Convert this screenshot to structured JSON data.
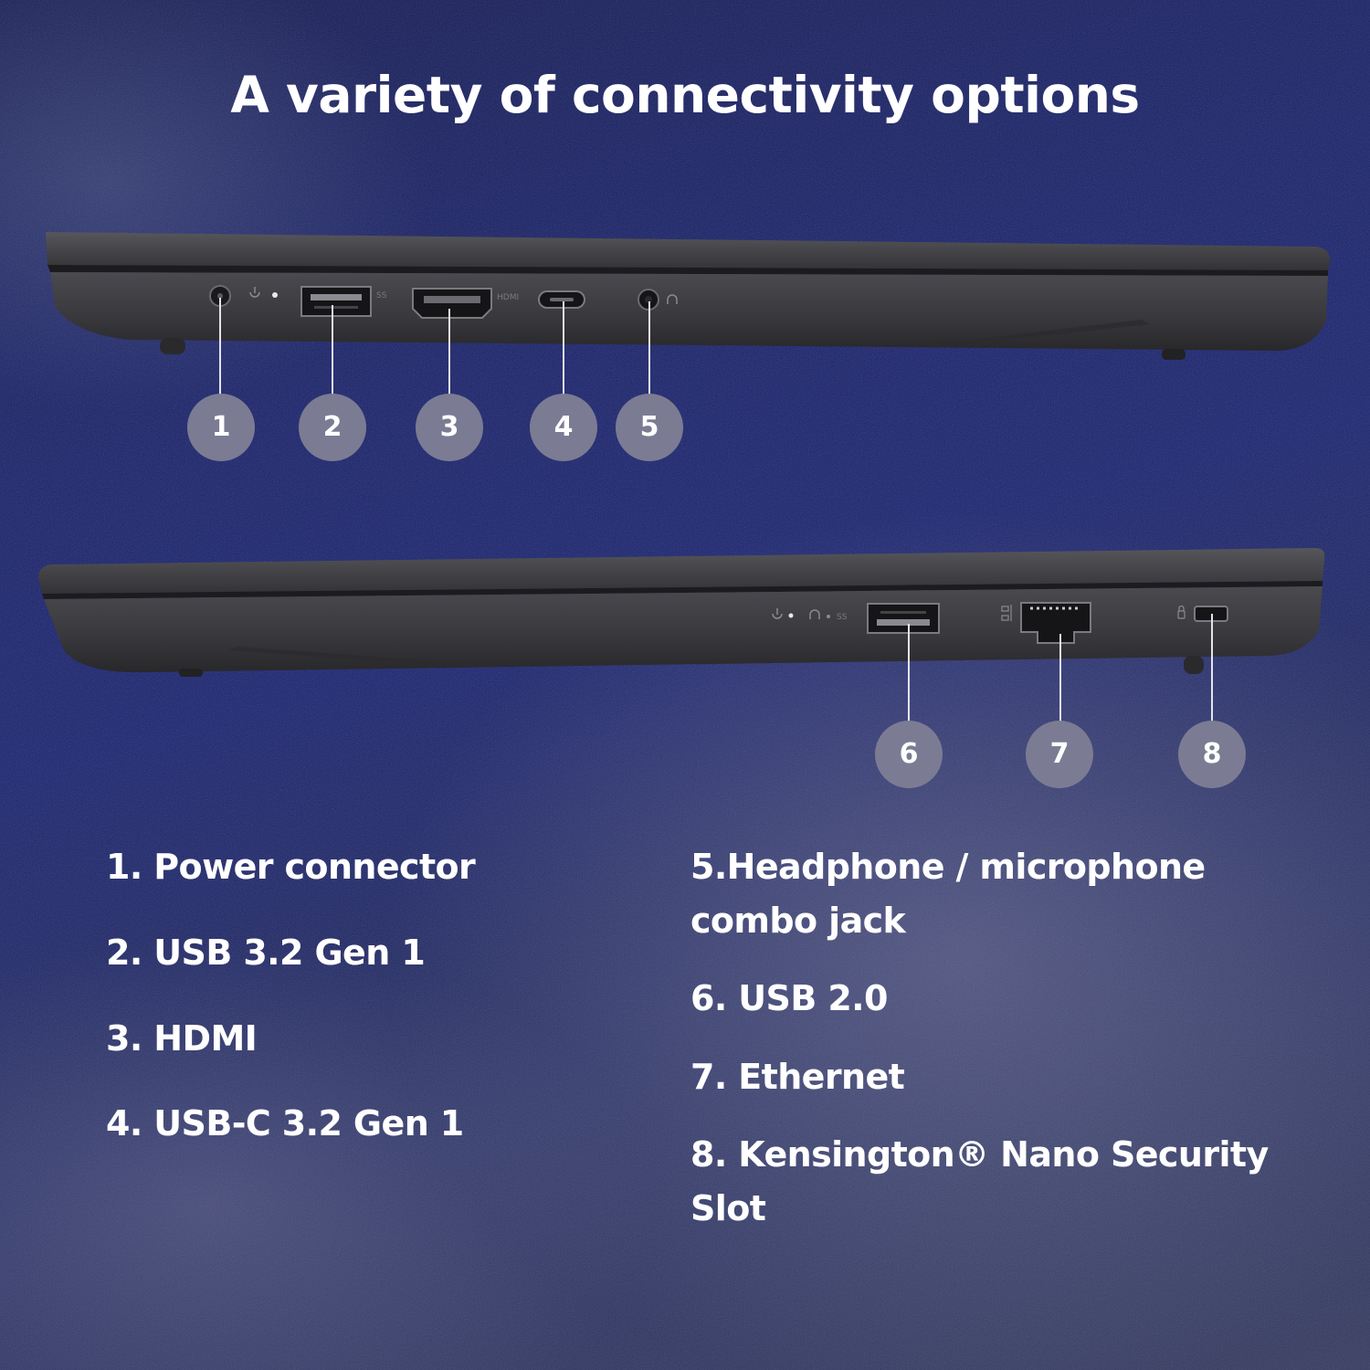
{
  "title": "A variety of connectivity options",
  "callouts": [
    "1",
    "2",
    "3",
    "4",
    "5",
    "6",
    "7",
    "8"
  ],
  "port_labels": {
    "ss_usb": "SS",
    "hdmi": "HDMI"
  },
  "ports": [
    "1. Power connector",
    "2. USB 3.2 Gen 1",
    "3. HDMI",
    "4. USB-C 3.2 Gen 1",
    "5.Headphone / microphone combo jack",
    "6. USB 2.0",
    "7. Ethernet",
    "8. Kensington® Nano Security Slot"
  ],
  "colors": {
    "background": "#1a2370",
    "badge": "#7b7c93",
    "laptop_body": "#3a3a3e",
    "text": "#ffffff"
  },
  "icons": [
    "power-icon",
    "led-indicator-icon",
    "headphone-icon",
    "ethernet-icon",
    "lock-icon"
  ]
}
